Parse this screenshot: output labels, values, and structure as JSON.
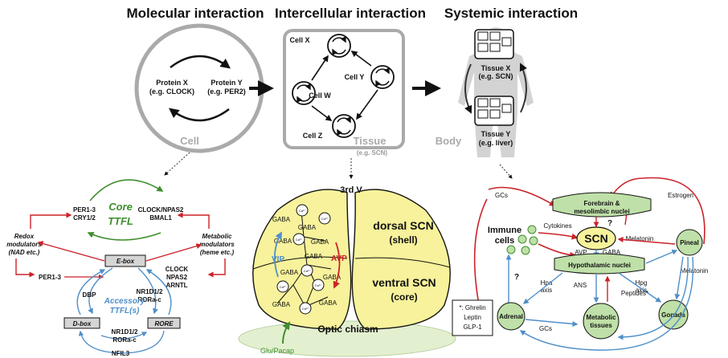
{
  "headings": {
    "molecular": "Molecular interaction",
    "intercellular": "Intercellular interaction",
    "systemic": "Systemic interaction"
  },
  "cell_panel": {
    "protein_x": "Protein X",
    "protein_x_eg": "(e.g. CLOCK)",
    "protein_y": "Protein Y",
    "protein_y_eg": "(e.g. PER2)",
    "label": "Cell"
  },
  "tissue_panel": {
    "cells": [
      "Cell X",
      "Cell Y",
      "Cell W",
      "Cell Z"
    ],
    "label": "Tissue",
    "eg": "(e.g. SCN)"
  },
  "body_panel": {
    "tissue_x": "Tissue X",
    "tissue_x_eg": "(e.g. SCN)",
    "tissue_y": "Tissue Y",
    "tissue_y_eg": "(e.g. liver)",
    "label": "Body"
  },
  "ttfl": {
    "core": "Core",
    "ttfl": "TTFL",
    "per_cry": [
      "PER1-3",
      "CRY1/2"
    ],
    "clock_bmal": [
      "CLOCK/NPAS2",
      "BMAL1"
    ],
    "redox": [
      "Redox",
      "modulators",
      "(NAD etc.)"
    ],
    "metabolic": [
      "Metabolic",
      "modulators",
      "(heme etc.)"
    ],
    "ebox": "E-box",
    "per13": "PER1-3",
    "clock_list": [
      "CLOCK",
      "NPAS2",
      "ARNTL"
    ],
    "dbp": "DBP",
    "nr_ror": [
      "NR1D1/2",
      "RORa-c"
    ],
    "accessory": [
      "Accessory",
      "TTFL(s)"
    ],
    "dbox": "D-box",
    "rore": "RORE",
    "nr_ror_bottom": [
      "NR1D1/2",
      "RORa-c"
    ],
    "nfil3": "NFIL3"
  },
  "scn": {
    "third_v": "3rd V",
    "dorsal": [
      "dorsal SCN",
      "(shell)"
    ],
    "ventral": [
      "ventral SCN",
      "(core)"
    ],
    "vip": "VIP",
    "avp": "AVP",
    "gaba": "GABA",
    "ca": "Ca²⁺",
    "optic": "Optic chiasm",
    "glu": "Glu/Pacap"
  },
  "systemic_net": {
    "gcs_top": "GCs",
    "forebrain": [
      "Forebrain &",
      "mesolimbic nuclei"
    ],
    "estrogen": "Estrogen",
    "immune": [
      "Immune",
      "cells"
    ],
    "cytokines": "Cytokines",
    "q": "?",
    "scn": "SCN",
    "melatonin_top": "Melatonin",
    "pineal": "Pineal",
    "avp": "AVP",
    "gaba": "GABA",
    "hypothalamic": "Hypothalamic nuclei",
    "hpa": [
      "Hpa",
      "axis"
    ],
    "hpg": [
      "Hpg",
      "axis"
    ],
    "melatonin_right": "Melatonin",
    "ans": "ANS",
    "peptides": "Peptides*",
    "footnote": [
      "*: Ghrelin",
      "Leptin",
      "GLP-1"
    ],
    "adrenal": "Adrenal",
    "gcs_bottom": "GCs",
    "metabolic": [
      "Metabolic",
      "tissues"
    ],
    "gonads": "Gonads"
  },
  "colors": {
    "red": "#cc2229",
    "blue": "#4f8fc9",
    "green": "#3e8e2d",
    "scn_yellow": "#f7f29b",
    "node_green": "#bfe0a8",
    "gray": "#aaaaaa"
  }
}
